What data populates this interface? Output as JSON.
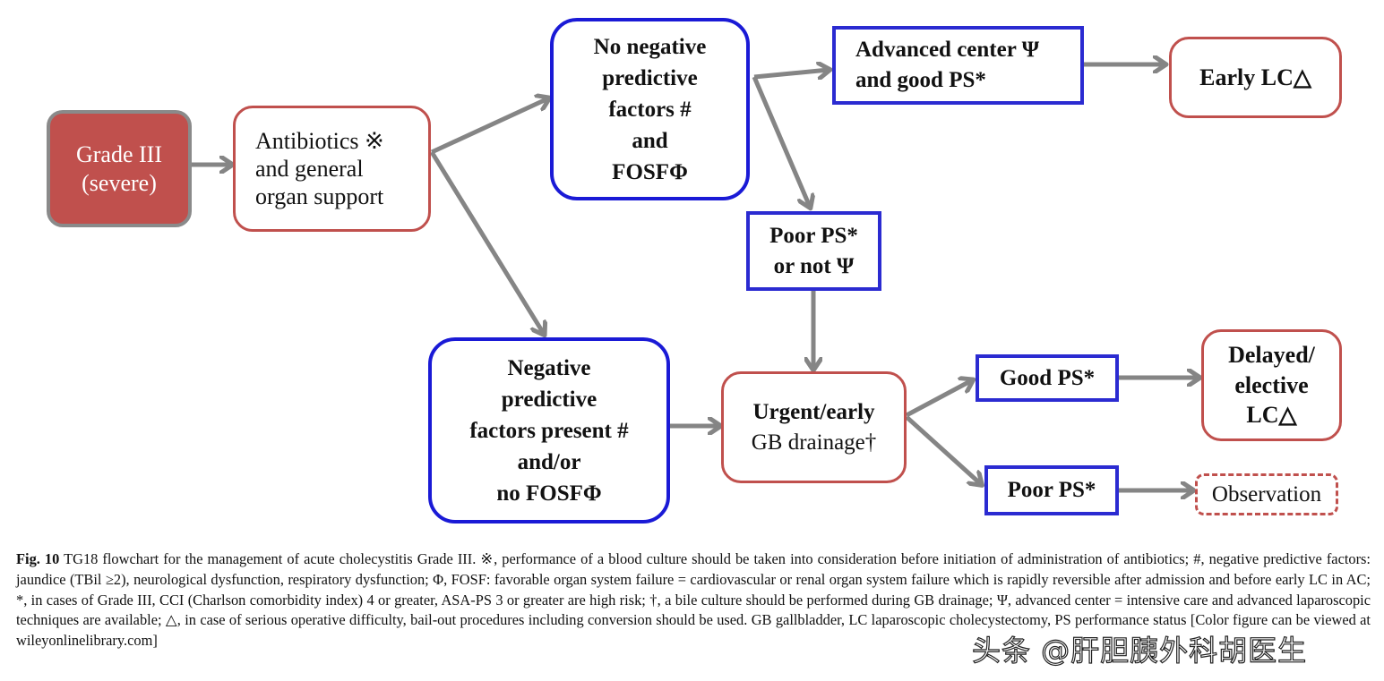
{
  "nodes": {
    "grade3": {
      "lines": [
        "Grade III",
        "(severe)"
      ]
    },
    "antibiotics": {
      "lines": [
        "Antibiotics ※",
        "and general",
        "organ support"
      ]
    },
    "no_neg": {
      "lines": [
        "No negative",
        "predictive",
        "factors #",
        "and",
        "FOSFΦ"
      ]
    },
    "neg_present": {
      "lines": [
        "Negative",
        "predictive",
        "factors present #",
        "and/or",
        "no FOSFΦ"
      ]
    },
    "advanced": {
      "lines": [
        "Advanced center Ψ",
        "and good PS*"
      ]
    },
    "early_lc": {
      "lines": [
        "Early LC△"
      ]
    },
    "poor_ps_top": {
      "lines": [
        "Poor PS*",
        "or not Ψ"
      ]
    },
    "urgent": {
      "lines": [
        "Urgent/early",
        "GB drainage†"
      ]
    },
    "good_ps": {
      "lines": [
        "Good PS*"
      ]
    },
    "delayed": {
      "lines": [
        "Delayed/",
        "elective",
        "LC△"
      ]
    },
    "poor_ps_bottom": {
      "lines": [
        "Poor PS*"
      ]
    },
    "observation": {
      "lines": [
        "Observation"
      ]
    }
  },
  "caption": {
    "lead": "Fig. 10",
    "text": "TG18 flowchart for the management of acute cholecystitis Grade III. ※, performance of a blood culture should be taken into consideration before initiation of administration of antibiotics; #, negative predictive factors: jaundice (TBil ≥2), neurological dysfunction, respiratory dysfunction; Φ, FOSF: favorable organ system failure = cardiovascular or renal organ system failure which is rapidly reversible after admission and before early LC in AC; *, in cases of Grade III, CCI (Charlson comorbidity index) 4 or greater, ASA-PS 3 or greater are high risk; †, a bile culture should be performed during GB drainage; Ψ, advanced center = intensive care and advanced laparoscopic techniques are available; △, in case of serious operative difficulty, bail-out procedures including conversion should be used. GB gallbladder, LC laparoscopic cholecystectomy, PS performance status [Color figure can be viewed at wileyonlinelibrary.com]"
  },
  "watermark": "头条 @肝胆胰外科胡医生",
  "colors": {
    "arrow": "#858585",
    "red_border": "#c0504d",
    "red_fill": "#c0504d",
    "blue_border": "#1a1ad6",
    "grey_border": "#8a8a8a"
  }
}
